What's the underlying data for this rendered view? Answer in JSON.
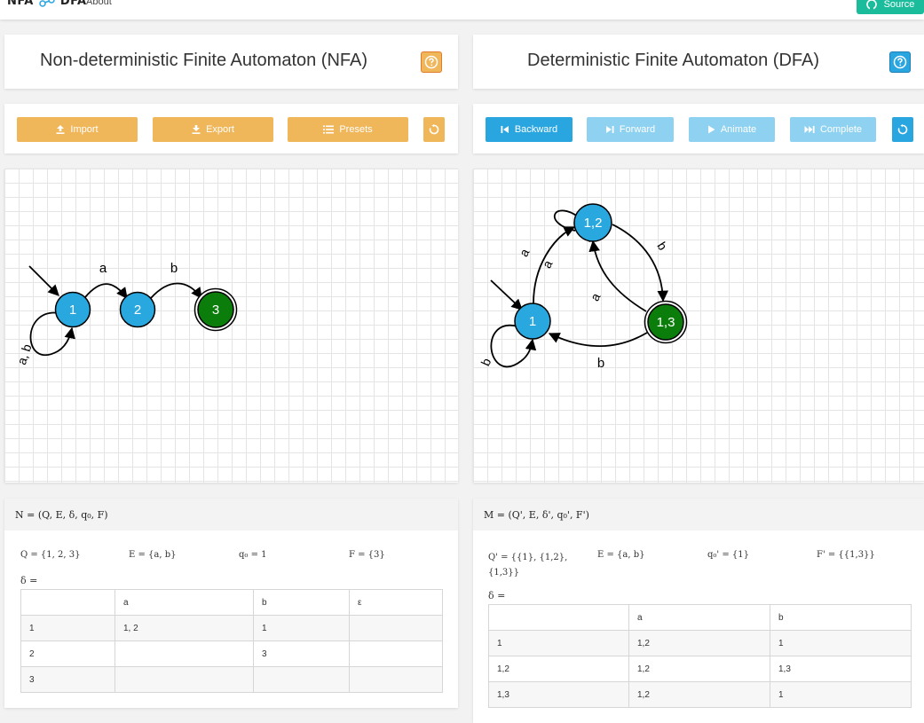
{
  "navbar": {
    "brand_left": "NFA",
    "brand_right": "DFA",
    "about": "About",
    "source": "Source"
  },
  "nfa": {
    "title": "Non-deterministic Finite Automaton (NFA)",
    "buttons": {
      "import": "Import",
      "export": "Export",
      "presets": "Presets"
    },
    "definition": {
      "title": "N = (Q, E, δ, q₀, F)",
      "Q": "Q = {1, 2, 3}",
      "E": "E = {a, b}",
      "q0": "q₀ = 1",
      "F": "F = {3}",
      "delta": "δ ="
    },
    "table": {
      "headers": [
        "",
        "a",
        "b",
        "ε"
      ],
      "rows": [
        [
          "1",
          "1, 2",
          "1",
          ""
        ],
        [
          "2",
          "",
          "3",
          ""
        ],
        [
          "3",
          "",
          "",
          ""
        ]
      ]
    },
    "graph": {
      "states": [
        "1",
        "2",
        "3"
      ],
      "edge_labels": {
        "1_2": "a",
        "2_3": "b",
        "1_1": "a, b"
      }
    }
  },
  "dfa": {
    "title": "Deterministic Finite Automaton (DFA)",
    "buttons": {
      "backward": "Backward",
      "forward": "Forward",
      "animate": "Animate",
      "complete": "Complete"
    },
    "definition": {
      "title": "M = (Q', E, δ', q₀', F')",
      "Q_line1": "Q' = {{1}, {1,2},",
      "Q_line2": "{1,3}}",
      "E": "E = {a, b}",
      "q0": "q₀' = {1}",
      "F": "F' = {{1,3}}",
      "delta": "δ ="
    },
    "table": {
      "headers": [
        "",
        "a",
        "b"
      ],
      "rows": [
        [
          "1",
          "1,2",
          "1"
        ],
        [
          "1,2",
          "1,2",
          "1,3"
        ],
        [
          "1,3",
          "1,2",
          "1"
        ]
      ]
    },
    "graph": {
      "states": [
        "1",
        "1,2",
        "1,3"
      ],
      "edge_labels": {
        "1_12": "a",
        "12_12": "a",
        "12_13": "b",
        "13_12": "a",
        "13_1": "b",
        "1_1": "b"
      }
    }
  },
  "colors": {
    "orange": "#f0b65a",
    "blue": "#29a5e0",
    "light_blue": "#8ed1f1",
    "teal": "#1abc9c",
    "state_blue": "#29a8e0",
    "accept_green": "#0a7d0a"
  }
}
